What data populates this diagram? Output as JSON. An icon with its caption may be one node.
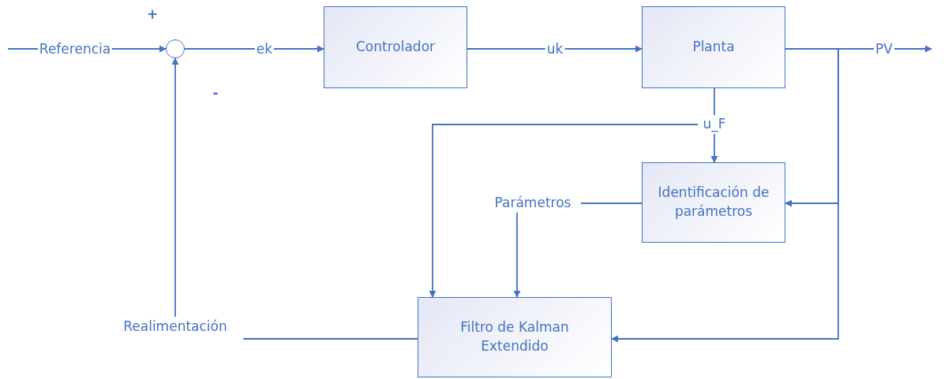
{
  "diagram": {
    "nodes": [
      {
        "text": [],
        "shape": "circle"
      },
      {
        "text": [
          "Controlador"
        ]
      },
      {
        "text": [
          "Planta"
        ]
      },
      {
        "text": [
          "u_F"
        ]
      },
      {
        "text": [
          "Identificación de parámetros"
        ]
      },
      {
        "text": [
          "Parámetros"
        ]
      },
      {
        "text": [
          "Realimentación"
        ]
      },
      {
        "text": [
          "Filtro de Kalman Extendido"
        ]
      }
    ],
    "edges": [
      {
        "from": null,
        "to": 0,
        "arrow": "to",
        "label": "Referencia"
      },
      {
        "from": 0,
        "to": 1,
        "arrow": "to",
        "label": "ek"
      },
      {
        "from": 1,
        "to": 2,
        "arrow": "to",
        "label": "uk"
      },
      {
        "from": 2,
        "to": null,
        "arrow": "to",
        "label": "PV"
      },
      {
        "from": 2,
        "to": 3,
        "arrow": "none"
      },
      {
        "from": 3,
        "to": 4,
        "arrow": "to"
      },
      {
        "from": 3,
        "to": 7,
        "arrow": "to"
      },
      {
        "from": 2,
        "to": 4,
        "arrow": "to"
      },
      {
        "from": 2,
        "to": 7,
        "arrow": "to"
      },
      {
        "from": 4,
        "to": 5,
        "arrow": "none"
      },
      {
        "from": 5,
        "to": 7,
        "arrow": "to"
      },
      {
        "from": 7,
        "to": 6,
        "arrow": "none"
      },
      {
        "from": 6,
        "to": 0,
        "arrow": "to"
      }
    ],
    "labels": [
      "+",
      "-"
    ]
  }
}
